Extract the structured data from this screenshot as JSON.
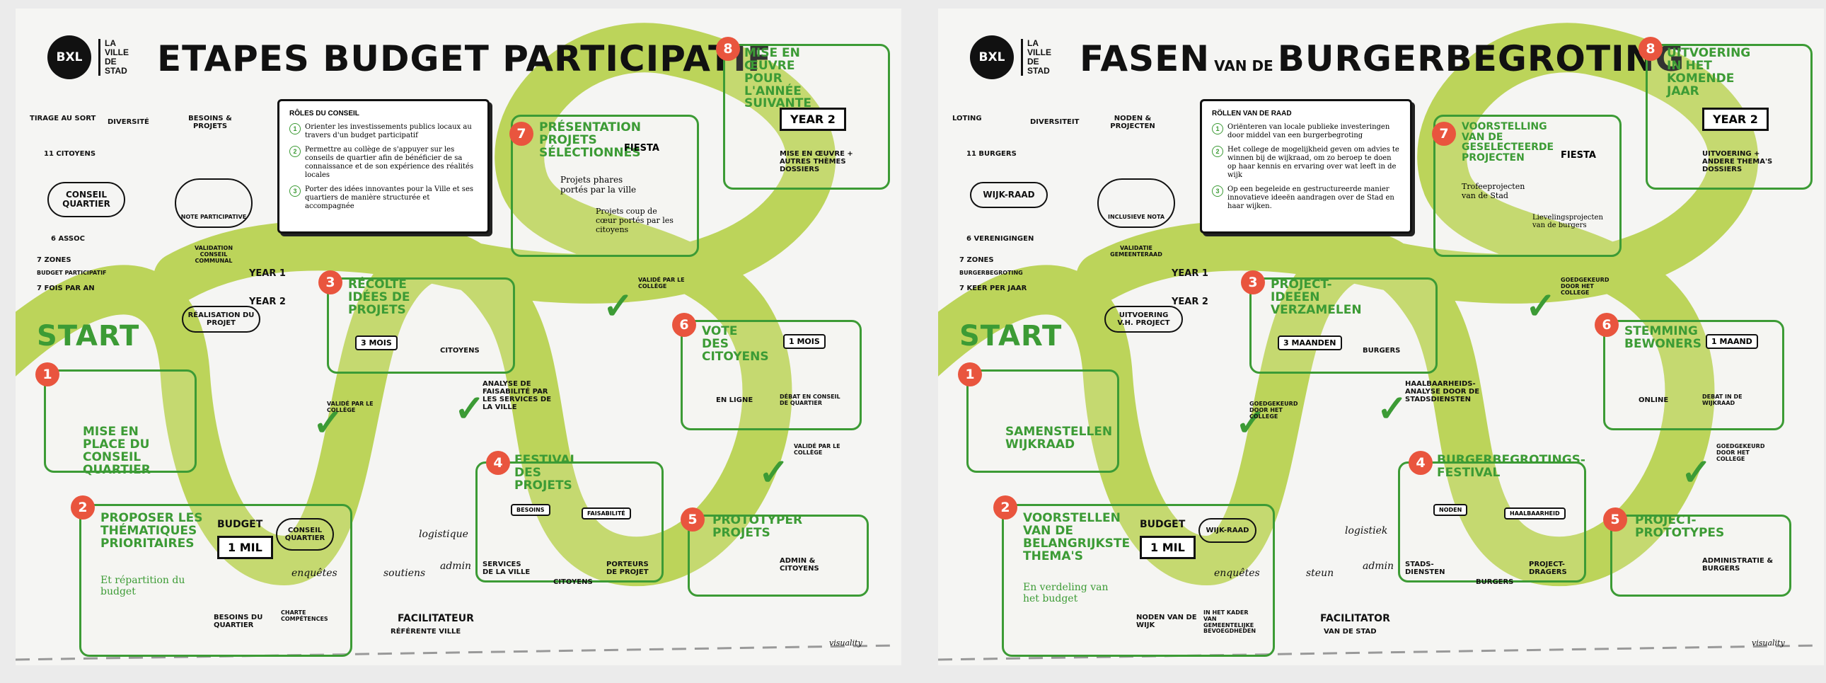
{
  "logo": {
    "abbr": "BXL",
    "line1": "LA VILLE",
    "line2": "DE STAD"
  },
  "fr": {
    "title": "ETAPES BUDGET PARTICIPATIF",
    "roles_title": "RÔLES DU CONSEIL",
    "roles": [
      "Orienter les investissements publics locaux au travers d'un budget participatif",
      "Permettre au collège de s'appuyer sur les conseils de quartier afin de bénéficier de sa connaissance et de son expérience des réalités locales",
      "Porter des idées innovantes pour la Ville et ses quartiers de manière structurée et accompagnée"
    ],
    "start": "START",
    "steps": [
      {
        "n": "1",
        "label": "MISE EN PLACE DU CONSEIL QUARTIER"
      },
      {
        "n": "2",
        "label": "PROPOSER LES THÉMATIQUES PRIORITAIRES",
        "sub": "Et répartition du budget"
      },
      {
        "n": "3",
        "label": "RÉCOLTE IDÉES DE PROJETS"
      },
      {
        "n": "4",
        "label": "FESTIVAL DES PROJETS"
      },
      {
        "n": "5",
        "label": "PROTOTYPER PROJETS"
      },
      {
        "n": "6",
        "label": "VOTE DES CITOYENS"
      },
      {
        "n": "7",
        "label": "PRÉSENTATION PROJETS SÉLECTIONNÉS"
      },
      {
        "n": "8",
        "label": "MISE EN ŒUVRE POUR L'ANNÉE SUIVANTE"
      }
    ],
    "notes": {
      "tirage": "TIRAGE AU SORT",
      "diversite": "DIVERSITÉ",
      "citoyens": "11 CITOYENS",
      "conseil": "CONSEIL QUARTIER",
      "assoc": "6 ASSOC",
      "zones": "7 ZONES",
      "budget_part": "BUDGET PARTICIPATIF",
      "fois": "7 FOIS PAR AN",
      "besoins": "BESOINS & PROJETS",
      "note_part": "NOTE PARTICIPATIVE",
      "validation": "VALIDATION CONSEIL COMMUNAL",
      "realisation": "RÉALISATION DU PROJET",
      "year1": "YEAR 1",
      "year2": "YEAR 2",
      "budget": "BUDGET",
      "mil": "1 MIL",
      "conseil_q": "CONSEIL QUARTIER",
      "enquetes": "enquêtes",
      "besoins_q": "BESOINS DU QUARTIER",
      "charte": "CHARTE COMPÉTENCES",
      "valide1": "VALIDÉ PAR LE COLLÈGE",
      "valide2": "VALIDÉ PAR LE COLLÈGE",
      "valide3": "VALIDÉ PAR LE COLLÈGE",
      "citoyens3": "CITOYENS",
      "mois3": "3 MOIS",
      "analyse": "ANALYSE DE FAISABILITÉ PAR LES SERVICES DE LA VILLE",
      "besoins4": "BESOINS",
      "faisabilite": "FAISABILITÉ",
      "services": "SERVICES DE LA VILLE",
      "citoyens4": "CITOYENS",
      "porteurs": "PORTEURS DE PROJET",
      "admin5": "ADMIN & CITOYENS",
      "en_ligne": "EN LIGNE",
      "debat": "DÉBAT EN CONSEIL DE QUARTIER",
      "mois6": "1 MOIS",
      "fiesta": "FIESTA",
      "proj_phares": "Projets phares portés par la ville",
      "proj_coeur": "Projets coup de cœur portés par les citoyens",
      "year2_sign": "YEAR 2",
      "mise_oeuvre": "MISE EN ŒUVRE + AUTRES THÈMES DOSSIERS",
      "logistique": "logistique",
      "soutiens": "soutiens",
      "admin": "admin",
      "facilitateur": "FACILITATEUR",
      "referente": "RÉFÉRENTE VILLE"
    }
  },
  "nl": {
    "title_a": "FASEN",
    "title_small": "VAN DE",
    "title_b": "BURGERBEGROTING",
    "roles_title": "RÖLLEN VAN DE RAAD",
    "roles": [
      "Oriënteren van locale publieke investeringen door middel van een burgerbegroting",
      "Het college de mogelijkheid geven om advies te winnen bij de wijkraad, om zo beroep te doen op haar kennis en ervaring over wat leeft in de wijk",
      "Op een begeleide en gestructureerde manier innovatieve ideeën aandragen over de Stad en haar wijken."
    ],
    "start": "START",
    "steps": [
      {
        "n": "1",
        "label": "SAMENSTELLEN WIJKRAAD"
      },
      {
        "n": "2",
        "label": "VOORSTELLEN VAN DE BELANGRIJKSTE THEMA'S",
        "sub": "En verdeling van het budget"
      },
      {
        "n": "3",
        "label": "PROJECT-IDEEEN VERZAMELEN"
      },
      {
        "n": "4",
        "label": "BURGERBEGROTINGS-FESTIVAL"
      },
      {
        "n": "5",
        "label": "PROJECT-PROTOTYPES"
      },
      {
        "n": "6",
        "label": "STEMMING BEWONERS"
      },
      {
        "n": "7",
        "label": "VOORSTELLING VAN DE GESELECTEERDE PROJECTEN"
      },
      {
        "n": "8",
        "label": "UITVOERING IN HET KOMENDE JAAR"
      }
    ],
    "notes": {
      "loting": "LOTING",
      "diversiteit": "DIVERSITEIT",
      "burgers": "11 BURGERS",
      "wijkraad": "WIJK-RAAD",
      "vereniging": "6 VERENIGINGEN",
      "zones": "7 ZONES",
      "burgerbeg": "BURGERBEGROTING",
      "keer": "7 KEER PER JAAR",
      "noden": "NODEN & PROJECTEN",
      "nota": "INCLUSIEVE NOTA",
      "validatie": "VALIDATIE GEMEENTERAAD",
      "uitvoering_p": "UITVOERING V.H. PROJECT",
      "year1": "YEAR 1",
      "year2": "YEAR 2",
      "budget": "BUDGET",
      "mil": "1 MIL",
      "wijkraad2": "WIJK-RAAD",
      "enquetes": "enquêtes",
      "noden_w": "NODEN VAN DE WIJK",
      "kader": "IN HET KADER VAN GEMEENTELIJKE BEVOEGDHEDEN",
      "goedgekeurd1": "GOEDGEKEURD DOOR HET COLLEGE",
      "goedgekeurd2": "GOEDGEKEURD DOOR HET COLLEGE",
      "goedgekeurd3": "GOEDGEKEURD DOOR HET COLLEGE",
      "burgers3": "BURGERS",
      "maanden3": "3 MAANDEN",
      "haalbaarheid": "HAALBAARHEIDS-ANALYSE DOOR DE STADSDIENSTEN",
      "noden4": "NODEN",
      "haalbaar": "HAALBAARHEID",
      "stadsdiensten": "STADS-DIENSTEN",
      "burgers4": "BURGERS",
      "projectdragers": "PROJECT-DRAGERS",
      "admin5": "ADMINISTRATIE & BURGERS",
      "online": "ONLINE",
      "debat": "DEBAT IN DE WIJKRAAD",
      "maand6": "1 MAAND",
      "fiesta": "FIESTA",
      "projstad": "Trofeeprojecten van de Stad",
      "projburg": "Lievelingsprojecten van de burgers",
      "year2_sign": "YEAR 2",
      "uitvoering": "UITVOERING + ANDERE THEMA'S DOSSIERS",
      "logistiek": "logistiek",
      "steun": "steun",
      "admin": "admin",
      "facilitator": "FACILITATOR",
      "vandestad": "VAN DE STAD"
    }
  },
  "signature": "visuality",
  "colors": {
    "green": "#3c9b35",
    "road": "#bcd45a",
    "red": "#e9553e",
    "ink": "#111111"
  }
}
